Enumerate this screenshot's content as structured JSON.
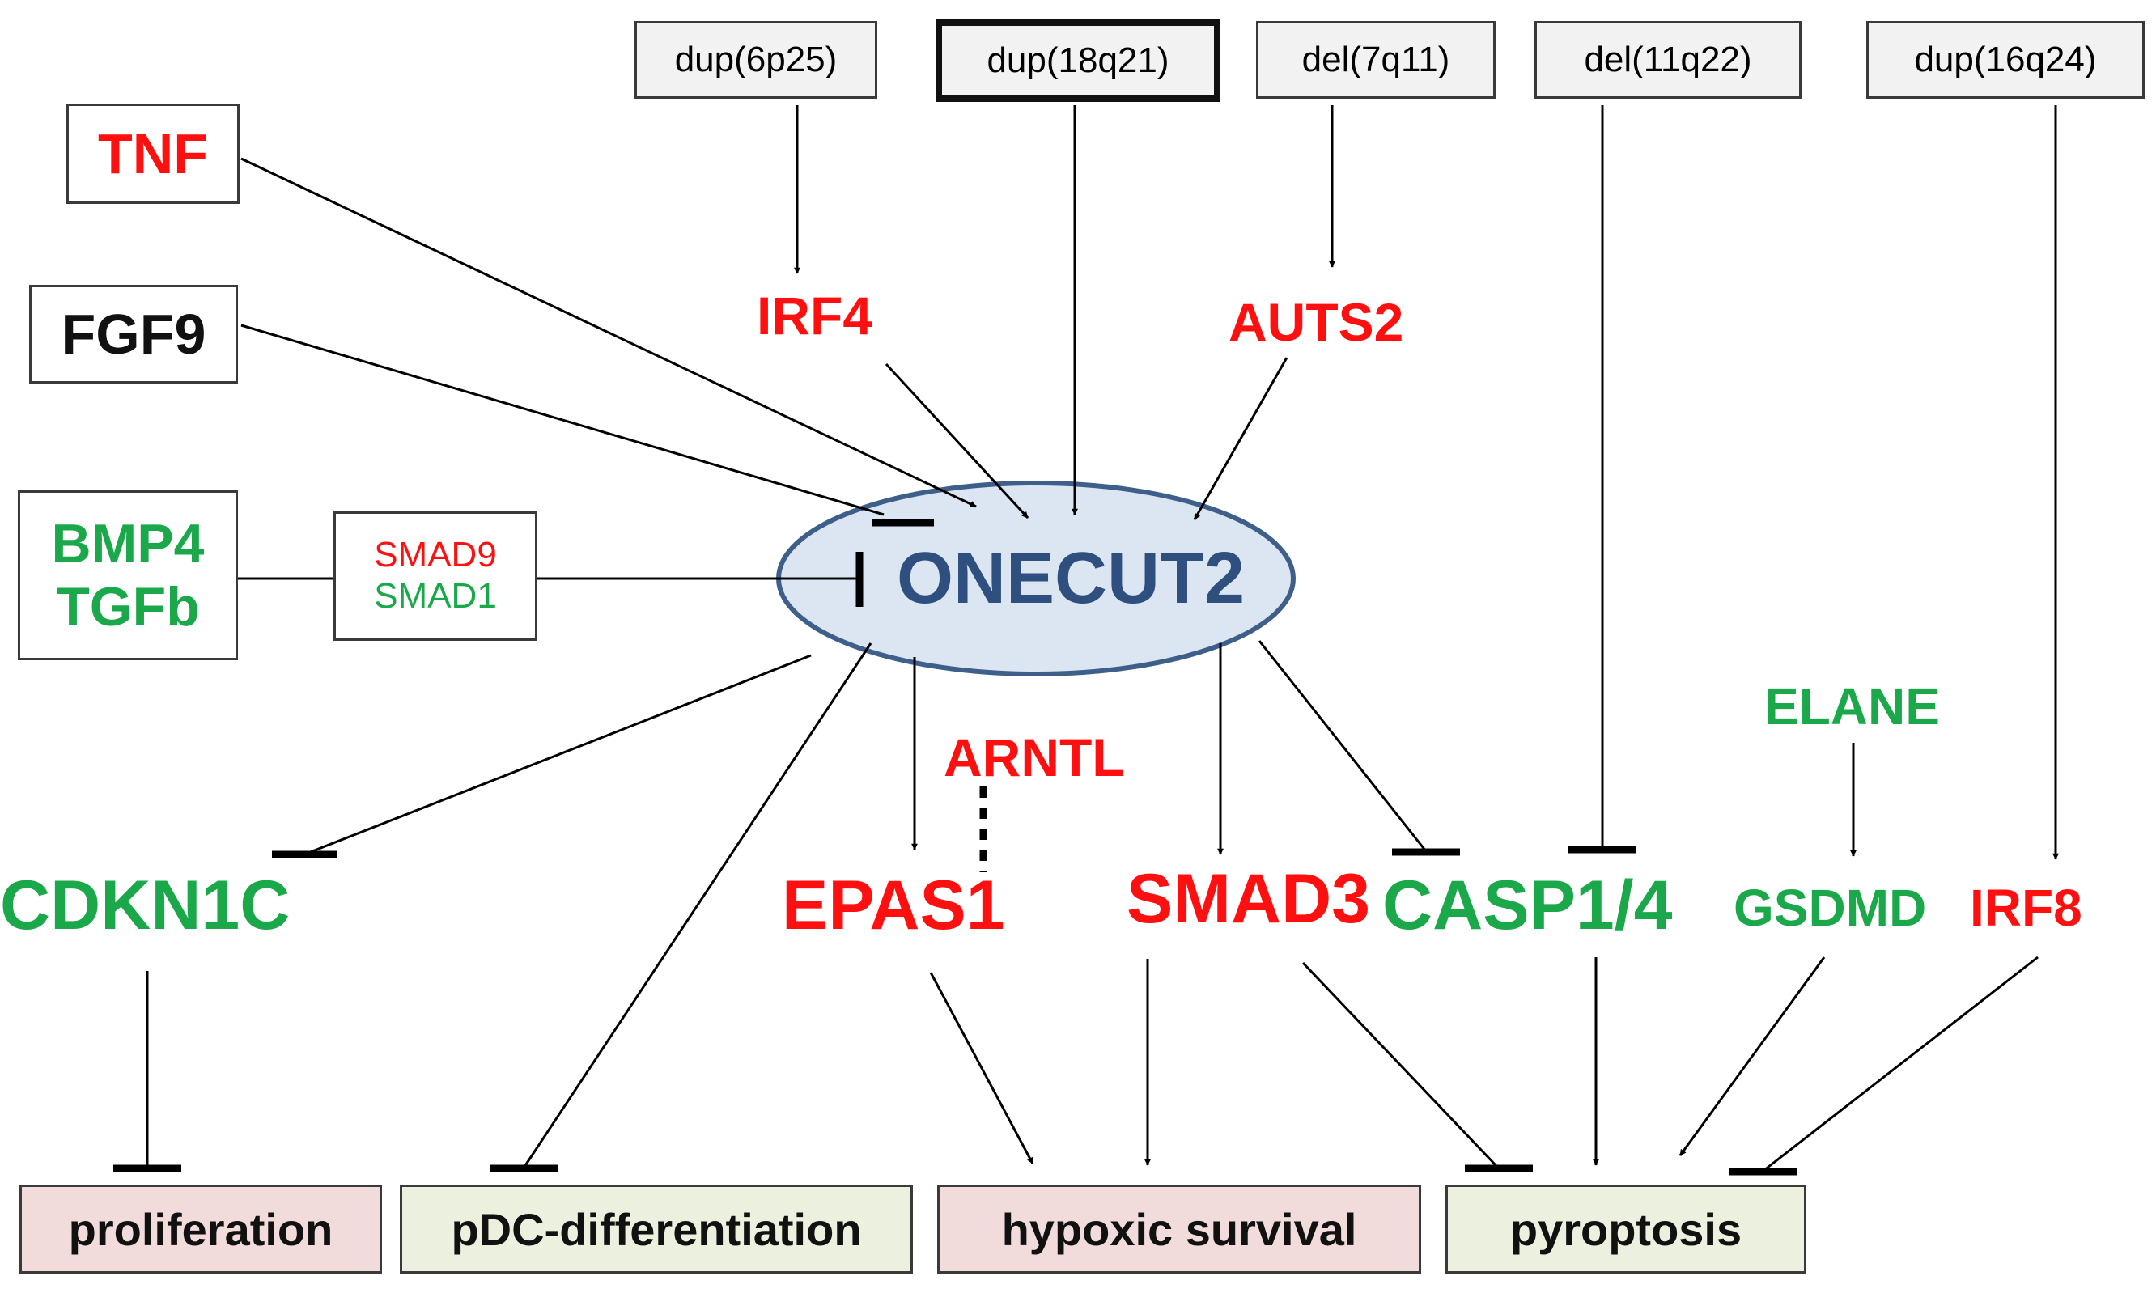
{
  "chromosomes": [
    {
      "id": "dup6p25",
      "label": "dup(6p25)"
    },
    {
      "id": "dup18q21",
      "label": "dup(18q21)"
    },
    {
      "id": "del7q11",
      "label": "del(7q11)"
    },
    {
      "id": "del11q22",
      "label": "del(11q22)"
    },
    {
      "id": "dup16q24",
      "label": "dup(16q24)"
    }
  ],
  "inputs": {
    "tnf": "TNF",
    "fgf9": "FGF9",
    "bmp4": "BMP4",
    "tgfb": "TGFb",
    "smad9": "SMAD9",
    "smad1": "SMAD1"
  },
  "center": "ONECUT2",
  "genes": {
    "irf4": "IRF4",
    "auts2": "AUTS2",
    "arntl": "ARNTL",
    "elane": "ELANE",
    "cdkn1c": "CDKN1C",
    "epas1": "EPAS1",
    "smad3": "SMAD3",
    "casp14": "CASP1/4",
    "gsdmd": "GSDMD",
    "irf8": "IRF8"
  },
  "outcomes": {
    "proliferation": "proliferation",
    "pdc": "pDC-differentiation",
    "hypoxic": "hypoxic survival",
    "pyroptosis": "pyroptosis"
  },
  "colors": {
    "upregulated": "#ff1010",
    "downregulated": "#1aa84a",
    "center_fill": "#dce6f2",
    "center_stroke": "#3e5f8a",
    "center_text": "#2f4f7f",
    "outcome_pink": "#f2dcdb",
    "outcome_green": "#ebf1de"
  }
}
